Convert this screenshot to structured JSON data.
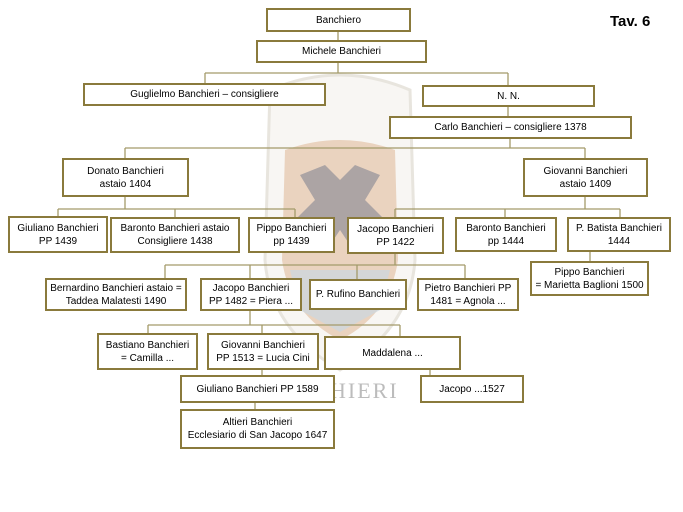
{
  "tav": "Tav. 6",
  "watermark_text": "HIERI",
  "colors": {
    "border": "#8a7a3c",
    "connector": "#a39a6a"
  },
  "nodes": {
    "banchiero": [
      "Banchiero"
    ],
    "michele": [
      "Michele Banchieri"
    ],
    "guglielmo": [
      "Guglielmo Banchieri – consigliere"
    ],
    "nn": [
      "N. N."
    ],
    "carlo": [
      "Carlo Banchieri – consigliere 1378"
    ],
    "donato": [
      "Donato Banchieri",
      "astaio 1404"
    ],
    "giovanni1409": [
      "Giovanni Banchieri",
      "astaio 1409"
    ],
    "giuliano1439": [
      "Giuliano Banchieri",
      "PP 1439"
    ],
    "baronto1438": [
      "Baronto Banchieri astaio",
      "Consigliere 1438"
    ],
    "pippo1439": [
      "Pippo Banchieri",
      "pp 1439"
    ],
    "jacopo1422": [
      "Jacopo Banchieri",
      "PP 1422"
    ],
    "baronto1444": [
      "Baronto Banchieri",
      "pp 1444"
    ],
    "batista1444": [
      "P. Batista Banchieri",
      "1444"
    ],
    "pippo1500": [
      "Pippo Banchieri",
      "= Marietta Baglioni 1500"
    ],
    "bernardino": [
      "Bernardino Banchieri astaio =",
      "Taddea Malatesti 1490"
    ],
    "jacopo1482": [
      "Jacopo Banchieri",
      "PP 1482 = Piera ..."
    ],
    "rufino": [
      "P. Rufino Banchieri"
    ],
    "pietro1481": [
      "Pietro Banchieri PP",
      "1481 = Agnola ..."
    ],
    "bastiano": [
      "Bastiano Banchieri",
      "= Camilla ..."
    ],
    "giovanni1513": [
      "Giovanni Banchieri",
      "PP 1513 = Lucia Cini"
    ],
    "maddalena": [
      "Maddalena ..."
    ],
    "giuliano1589": [
      "Giuliano Banchieri  PP 1589"
    ],
    "jacopo1527": [
      "Jacopo ...1527"
    ],
    "altieri": [
      "Altieri Banchieri",
      "Ecclesiario di San Jacopo 1647"
    ]
  }
}
